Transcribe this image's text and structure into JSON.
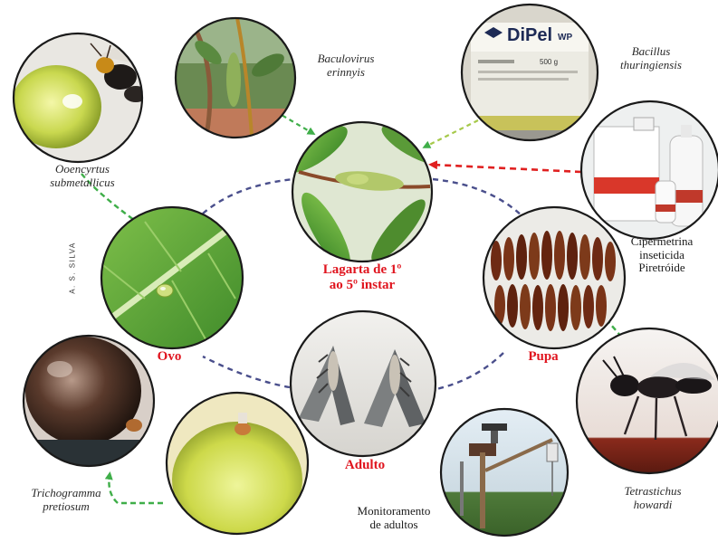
{
  "labels": {
    "larva_stage": [
      "Lagarta de 1º",
      "ao 5º instar"
    ],
    "egg_stage": "Ovo",
    "pupa_stage": "Pupa",
    "adult_stage": "Adulto",
    "baculovirus": [
      "Baculovirus",
      "erinnyis"
    ],
    "bacillus": [
      "Bacillus",
      "thuringiensis"
    ],
    "ooencyrtus": [
      "Ooencyrtus",
      "submetallicus"
    ],
    "chemical": [
      "Cipermetrina",
      "inseticida",
      "Piretróide"
    ],
    "trichogramma": [
      "Trichogramma",
      "pretiosum"
    ],
    "tetrastichus": [
      "Tetrastichus",
      "howardi"
    ],
    "monitoring": [
      "Monitoramento",
      "de adultos"
    ],
    "photo_credit": "A. S. SILVA"
  },
  "product_label": {
    "brand": "DiPel",
    "suffix": "WP",
    "net_weight": "500 g"
  },
  "colors": {
    "stage_text": "#e0141e",
    "cycle_line": "#4a4f8c",
    "control_arrow": "#3fae49",
    "chemical_arrow": "#e02020",
    "photo_frame": "#1a1a1a"
  }
}
